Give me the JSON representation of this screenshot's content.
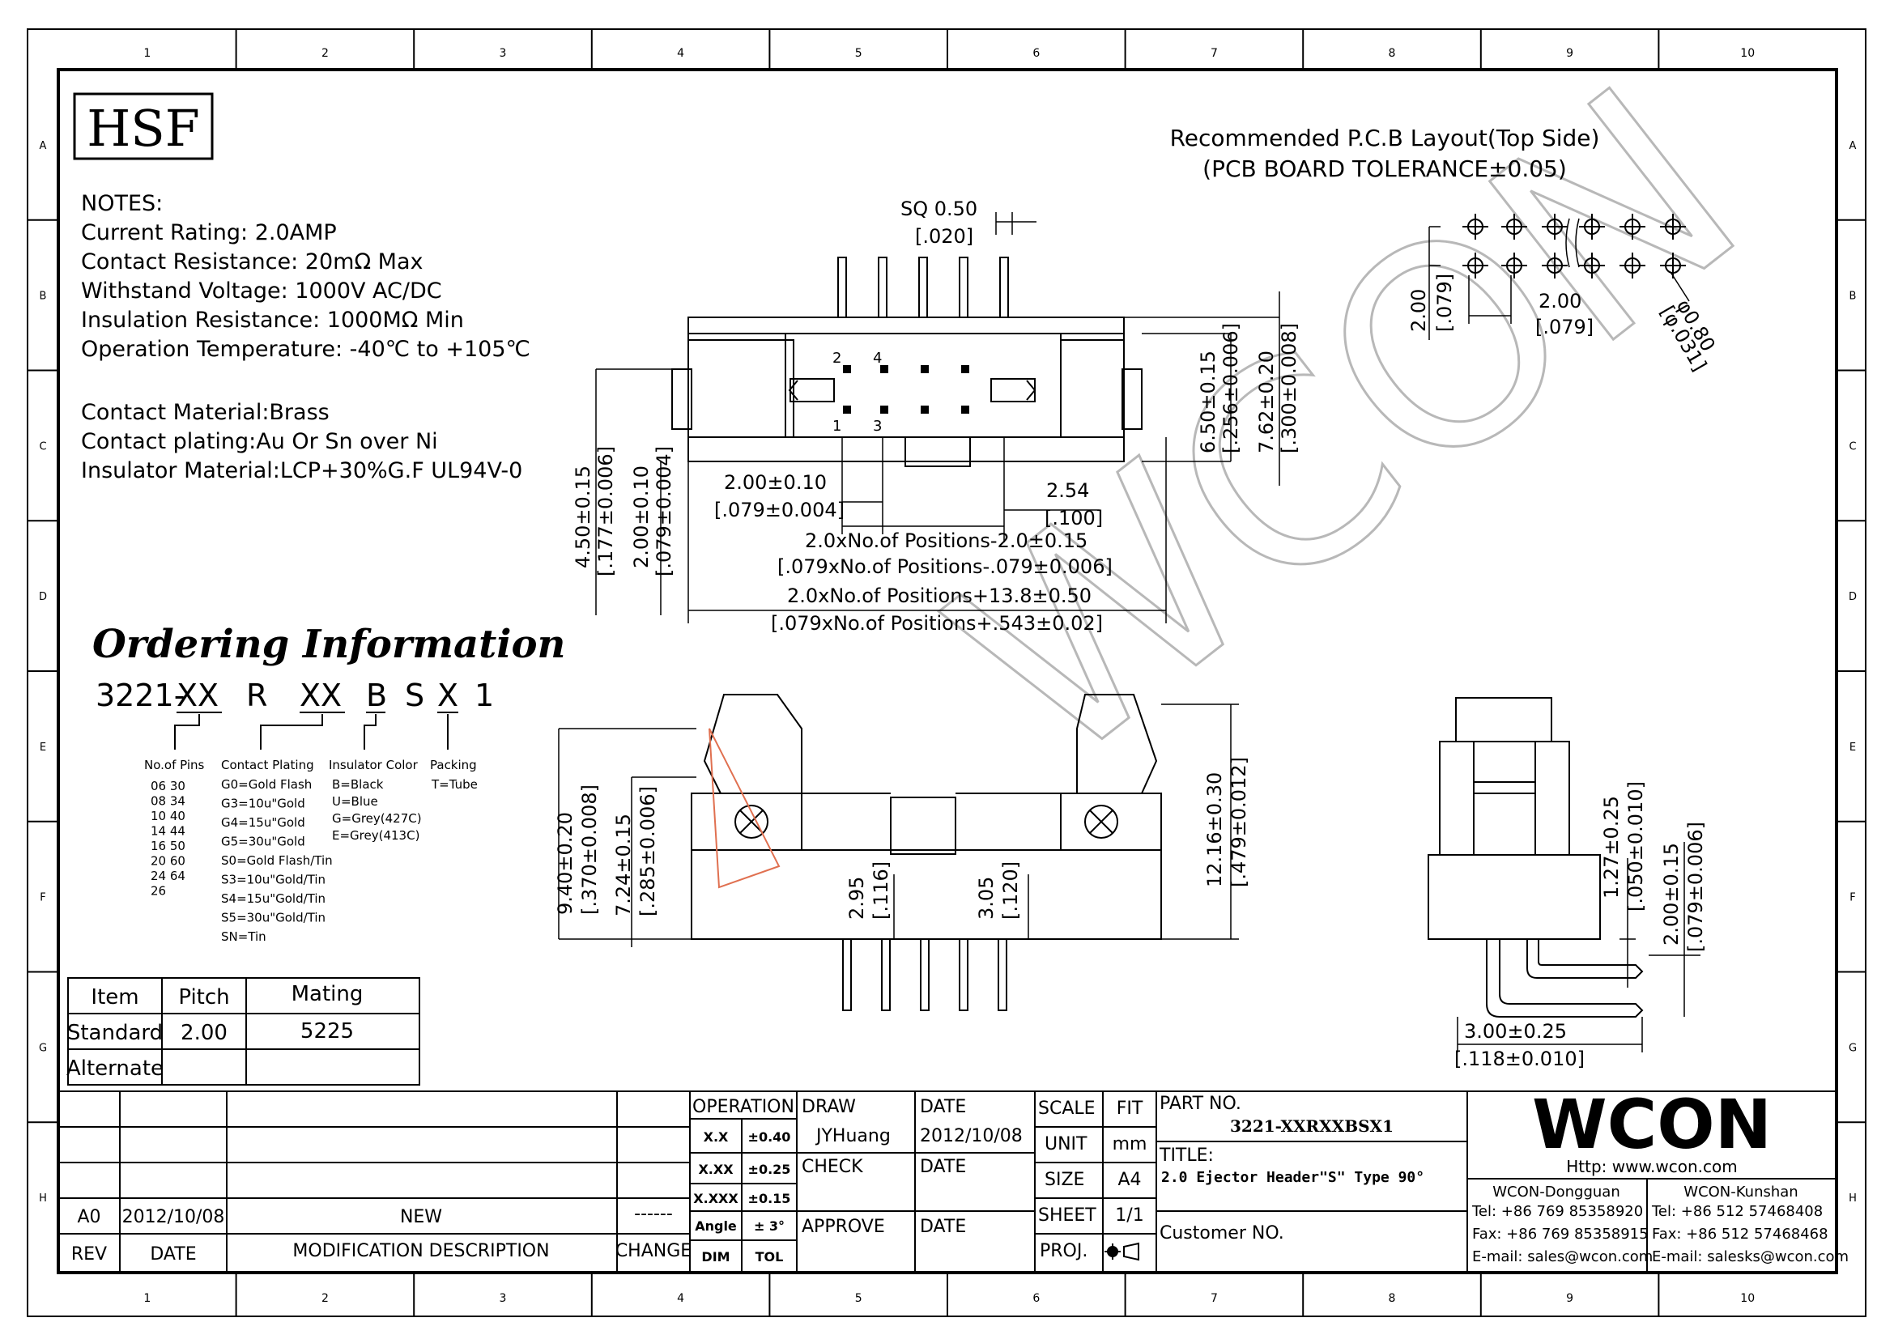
{
  "frame": {
    "cols": [
      "1",
      "2",
      "3",
      "4",
      "5",
      "6",
      "7",
      "8",
      "9",
      "10"
    ],
    "rows": [
      "A",
      "B",
      "C",
      "D",
      "E",
      "F",
      "G",
      "H"
    ]
  },
  "logo": "HSF",
  "notes": [
    "NOTES:",
    "Current Rating: 2.0AMP",
    "Contact Resistance: 20mΩ Max",
    "Withstand Voltage: 1000V AC/DC",
    "Insulation Resistance: 1000MΩ Min",
    "Operation Temperature: -40℃ to +105℃",
    "Contact Material:Brass",
    "Contact plating:Au Or Sn over Ni",
    "Insulator Material:LCP+30%G.F UL94V-0"
  ],
  "ordering": {
    "title": "Ordering Information",
    "code": [
      "3221-",
      "XX",
      "R",
      "XX",
      "B",
      "S",
      "X",
      "1"
    ],
    "pins": {
      "head": "No.of Pins",
      "rows": [
        "06  30",
        "08  34",
        "10  40",
        "14  44",
        "16  50",
        "20  60",
        "24  64",
        "26"
      ]
    },
    "plating": {
      "head": "Contact Plating",
      "rows": [
        "G0=Gold Flash",
        "G3=10u\"Gold",
        "G4=15u\"Gold",
        "G5=30u\"Gold",
        "S0=Gold Flash/Tin",
        "S3=10u\"Gold/Tin",
        "S4=15u\"Gold/Tin",
        "S5=30u\"Gold/Tin",
        "SN=Tin"
      ]
    },
    "color": {
      "head": "Insulator Color",
      "rows": [
        "B=Black",
        "U=Blue",
        "G=Grey(427C)",
        "E=Grey(413C)"
      ]
    },
    "packing": {
      "head": "Packing",
      "rows": [
        "T=Tube"
      ]
    }
  },
  "mating": {
    "headers": [
      "Item",
      "Pitch",
      "Mating"
    ],
    "rows": [
      [
        "Standard",
        "2.00",
        "5225"
      ],
      [
        "Alternate",
        "",
        ""
      ]
    ]
  },
  "pcb": {
    "title": "Recommended P.C.B Layout(Top Side)",
    "tolerance": "(PCB BOARD TOLERANCE±0.05)",
    "dim_v": "2.00",
    "dim_v_in": "[.079]",
    "dim_h": "2.00",
    "dim_h_in": "[.079]",
    "hole": "φ0.80",
    "hole_in": "[φ.031]"
  },
  "top_view": {
    "sq": "SQ 0.50",
    "sq_in": "[.020]",
    "pin_labels": [
      "2",
      "4",
      "1",
      "3"
    ],
    "h1": "6.50±0.15",
    "h1_in": "[.256±0.006]",
    "h2": "7.62±0.20",
    "h2_in": "[.300±0.008]",
    "l1": "4.50±0.15",
    "l1_in": "[.177±0.006]",
    "l2": "2.00±0.10",
    "l2_in": "[.079±0.004]",
    "pitch": "2.00±0.10",
    "pitch_in": "[.079±0.004]",
    "p254": "2.54",
    "p254_in": "[.100]",
    "span1": "2.0xNo.of Positions-2.0±0.15",
    "span1_in": "[.079xNo.of Positions-.079±0.006]",
    "span2": "2.0xNo.of Positions+13.8±0.50",
    "span2_in": "[.079xNo.of Positions+.543±0.02]"
  },
  "front_view": {
    "d940": "9.40±0.20",
    "d940_in": "[.370±0.008]",
    "d724": "7.24±0.15",
    "d724_in": "[.285±0.006]",
    "d295": "2.95",
    "d295_in": "[.116]",
    "d305": "3.05",
    "d305_in": "[.120]",
    "d1216": "12.16±0.30",
    "d1216_in": "[.479±0.012]"
  },
  "side_view": {
    "d127": "1.27±0.25",
    "d127_in": "[.050±0.010]",
    "d200": "2.00±0.15",
    "d200_in": "[.079±0.006]",
    "d300": "3.00±0.25",
    "d300_in": "[.118±0.010]"
  },
  "watermark": "WCON",
  "title_block": {
    "rev_rows": [
      {
        "rev": "A0",
        "date": "2012/10/08",
        "desc": "NEW",
        "change": "------"
      }
    ],
    "rev_head": {
      "rev": "REV",
      "date": "DATE",
      "desc": "MODIFICATION DESCRIPTION",
      "change": "CHANGE"
    },
    "operation": "OPERATION",
    "tol": [
      [
        "X.X",
        "±0.40"
      ],
      [
        "X.XX",
        "±0.25"
      ],
      [
        "X.XXX",
        "±0.15"
      ],
      [
        "Angle",
        "± 3°"
      ]
    ],
    "dim": "DIM",
    "tolh": "TOL",
    "draw": "DRAW",
    "drawer": "JYHuang",
    "check": "CHECK",
    "approve": "APPROVE",
    "date": "DATE",
    "date_val": "2012/10/08",
    "scale": "SCALE",
    "scale_val": "FIT",
    "unit": "UNIT",
    "unit_val": "mm",
    "size": "SIZE",
    "size_val": "A4",
    "sheet": "SHEET",
    "sheet_val": "1/1",
    "proj": "PROJ.",
    "part_no": "PART NO.",
    "part_val": "3221-XXRXXBSX1",
    "title_lbl": "TITLE:",
    "title_val": "2.0 Ejector Header\"S\" Type 90°",
    "customer": "Customer NO.",
    "company": "WCON",
    "http": "Http:  www.wcon.com",
    "dg": {
      "name": "WCON-Dongguan",
      "tel": "Tel: +86 769 85358920",
      "fax": "Fax: +86 769 85358915",
      "mail": "E-mail: sales@wcon.com"
    },
    "ks": {
      "name": "WCON-Kunshan",
      "tel": "Tel: +86 512 57468408",
      "fax": "Fax: +86 512 57468468",
      "mail": "E-mail: salesks@wcon.com"
    }
  }
}
